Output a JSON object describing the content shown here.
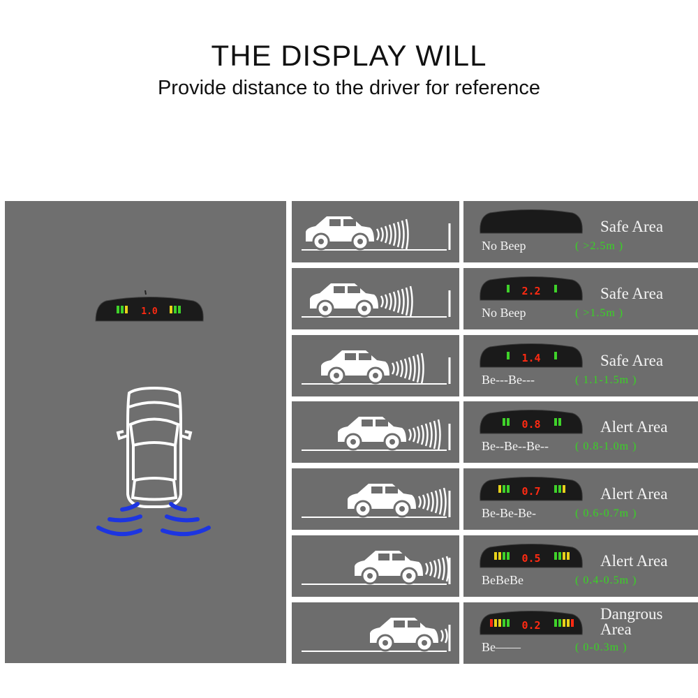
{
  "header": {
    "title": "THE DISPLAY WILL",
    "subtitle": "Provide distance to the driver for reference"
  },
  "main_display": {
    "reading": "1.0"
  },
  "rows": [
    {
      "area": "Safe Area",
      "beep": "No Beep",
      "range": "( >2.5m )",
      "reading": "",
      "leds": 0
    },
    {
      "area": "Safe Area",
      "beep": "No Beep",
      "range": "( >1.5m )",
      "reading": "2.2",
      "leds": 1
    },
    {
      "area": "Safe Area",
      "beep": "Be---Be---",
      "range": "( 1.1-1.5m )",
      "reading": "1.4",
      "leds": 1
    },
    {
      "area": "Alert Area",
      "beep": "Be--Be--Be--",
      "range": "( 0.8-1.0m )",
      "reading": "0.8",
      "leds": 2
    },
    {
      "area": "Alert Area",
      "beep": "Be-Be-Be-",
      "range": "( 0.6-0.7m )",
      "reading": "0.7",
      "leds": 3
    },
    {
      "area": "Alert Area",
      "beep": "BeBeBe",
      "range": "( 0.4-0.5m )",
      "reading": "0.5",
      "leds": 4
    },
    {
      "area": "Dangrous Area",
      "beep": "Be——",
      "range": "( 0-0.3m )",
      "reading": "0.2",
      "leds": 5
    }
  ],
  "colors": {
    "panel_bg": "#6d6d6d",
    "range_text": "#39d424",
    "led_green": "#3fd22a",
    "led_yellow": "#e8d21a",
    "led_red": "#ff2a12",
    "sensor_wave": "#1d35e0"
  }
}
